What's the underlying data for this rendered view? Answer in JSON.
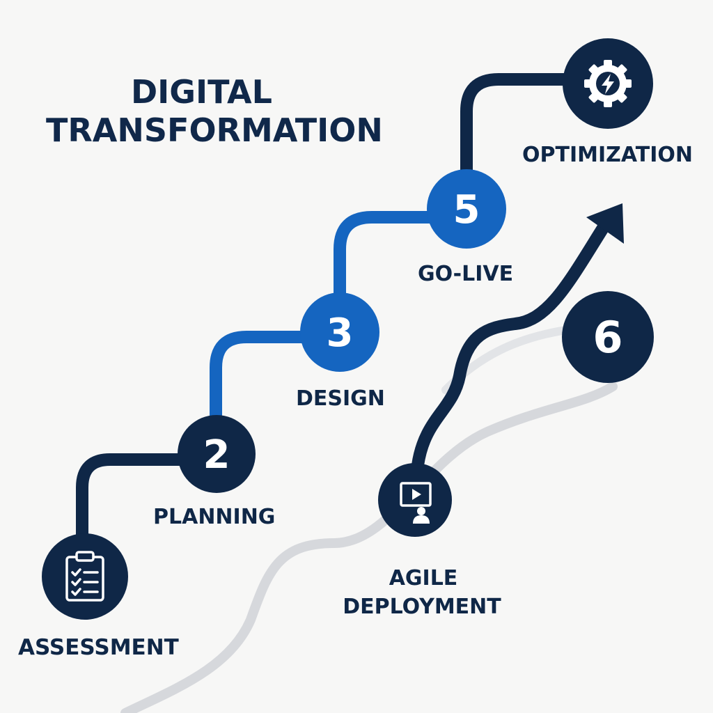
{
  "title": {
    "line1": "DIGITAL",
    "line2": "TRANSFORMATION"
  },
  "steps": [
    {
      "id": "assessment",
      "badge": "",
      "icon": "clipboard-checklist-icon",
      "label": "ASSESSMENT"
    },
    {
      "id": "planning",
      "badge": "2",
      "label": "PLANNING"
    },
    {
      "id": "design",
      "badge": "3",
      "label": "DESIGN"
    },
    {
      "id": "golive",
      "badge": "5",
      "label": "GO-LIVE"
    },
    {
      "id": "optimization",
      "badge": "",
      "icon": "gear-lightning-icon",
      "label": "OPTIMIZATION"
    },
    {
      "id": "agile",
      "badge": "",
      "icon": "monitor-presenter-icon",
      "label_line1": "AGILE",
      "label_line2": "DEPLOYMENT"
    },
    {
      "id": "six",
      "badge": "6",
      "label": ""
    }
  ],
  "colors": {
    "navy": "#0f2747",
    "blue": "#1565c0",
    "gray_path": "#d6d8dc",
    "background": "#f7f7f6",
    "white": "#ffffff"
  }
}
